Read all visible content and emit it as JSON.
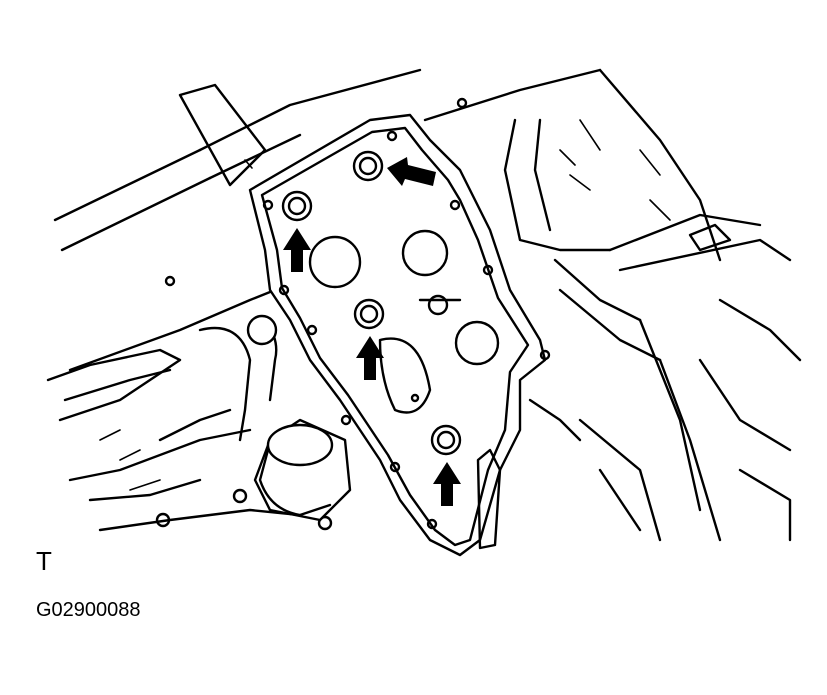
{
  "figure": {
    "view_marker": "T",
    "figure_code": "G02900088"
  },
  "callouts": {
    "count": 4,
    "target": "bolt-icon",
    "arrow_icon": "arrow-icon"
  },
  "colors": {
    "line": "#000000",
    "background": "#ffffff"
  }
}
